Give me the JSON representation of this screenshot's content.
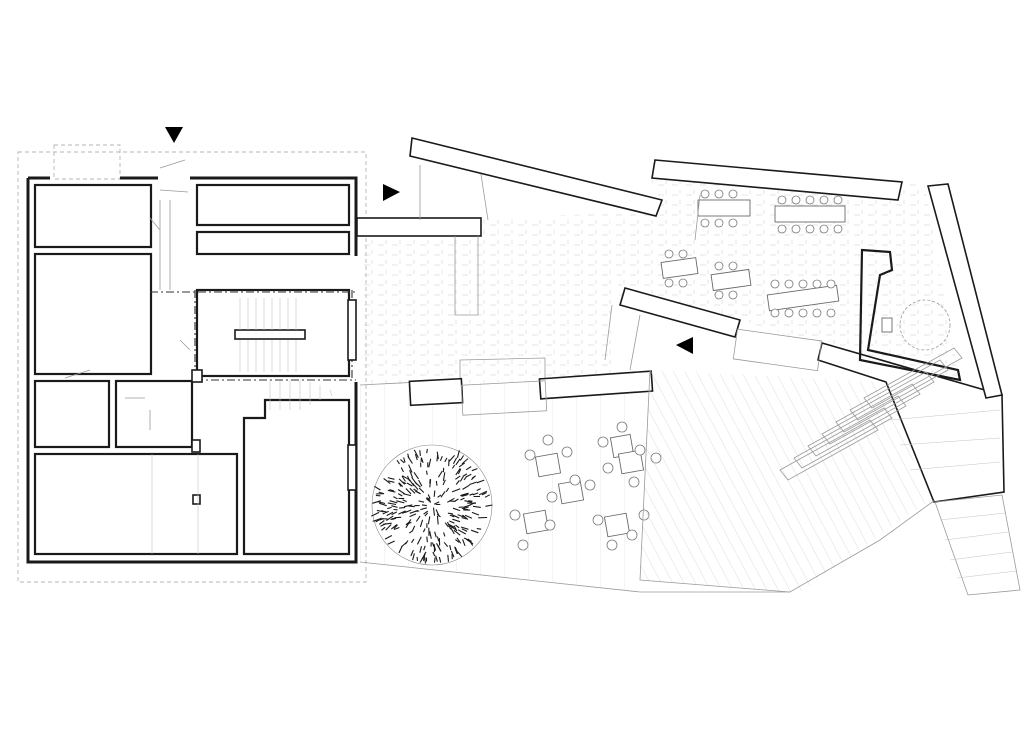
{
  "drawing": {
    "kind": "architectural floor plan",
    "ink_color": "#1a1a1a",
    "line_color": "#9a9a9a",
    "background": "#ffffff"
  },
  "entrances": [
    {
      "id": "north-entrance",
      "direction": "down"
    },
    {
      "id": "courtyard-entrance",
      "direction": "right"
    },
    {
      "id": "pavilion-entrance",
      "direction": "left"
    }
  ]
}
